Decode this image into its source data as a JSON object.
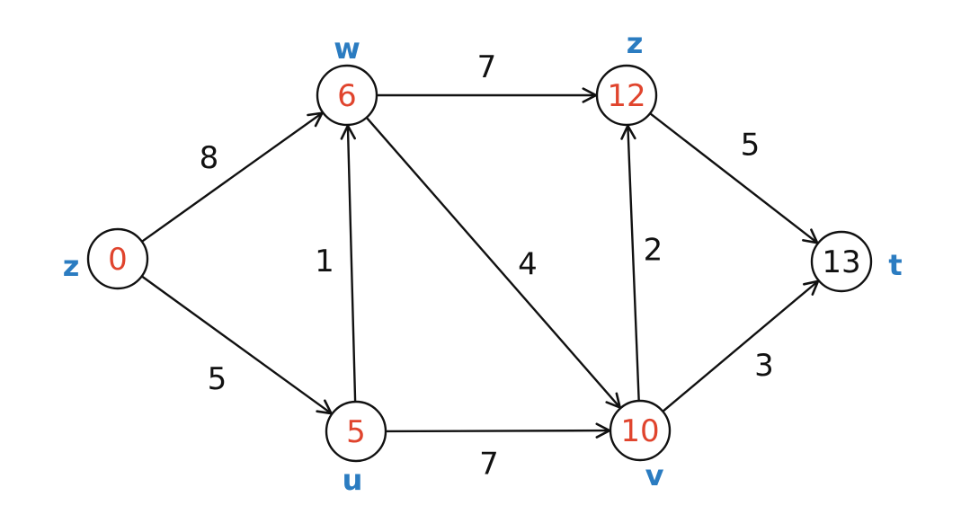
{
  "colors": {
    "line": "#111111",
    "distance_red": "#e0442d",
    "distance_black": "#111111",
    "node_name_blue": "#2b7cc1"
  },
  "nodes": [
    {
      "id": "s",
      "name": "z",
      "value": "0",
      "value_color": "#e0442d"
    },
    {
      "id": "w",
      "name": "w",
      "value": "6",
      "value_color": "#e0442d"
    },
    {
      "id": "u",
      "name": "u",
      "value": "5",
      "value_color": "#e0442d"
    },
    {
      "id": "z",
      "name": "z",
      "value": "12",
      "value_color": "#e0442d"
    },
    {
      "id": "v",
      "name": "v",
      "value": "10",
      "value_color": "#e0442d"
    },
    {
      "id": "t",
      "name": "t",
      "value": "13",
      "value_color": "#111111"
    }
  ],
  "edges": [
    {
      "from": "s",
      "to": "w",
      "weight": "8"
    },
    {
      "from": "s",
      "to": "u",
      "weight": "5"
    },
    {
      "from": "u",
      "to": "w",
      "weight": "1"
    },
    {
      "from": "w",
      "to": "z",
      "weight": "7"
    },
    {
      "from": "w",
      "to": "v",
      "weight": "4"
    },
    {
      "from": "u",
      "to": "v",
      "weight": "7"
    },
    {
      "from": "v",
      "to": "z",
      "weight": "2"
    },
    {
      "from": "z",
      "to": "t",
      "weight": "5"
    },
    {
      "from": "v",
      "to": "t",
      "weight": "3"
    }
  ]
}
